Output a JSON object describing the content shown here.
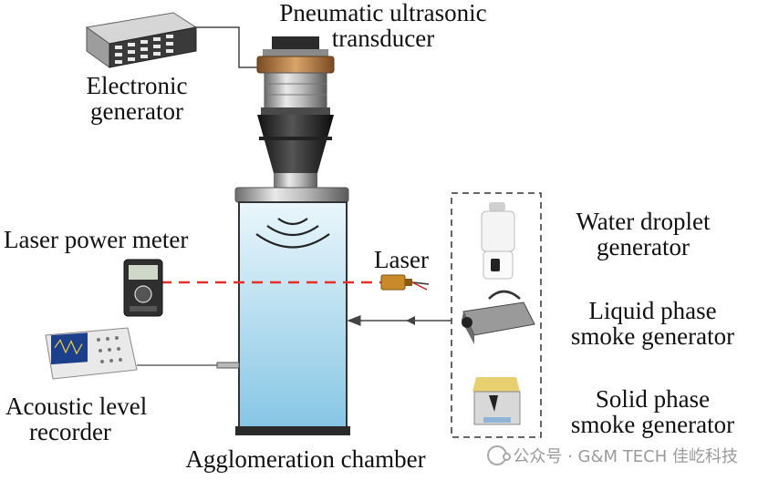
{
  "labels": {
    "transducer": [
      "Pneumatic ultrasonic",
      "transducer"
    ],
    "generator": [
      "Electronic",
      "generator"
    ],
    "power_meter": "Laser power meter",
    "laser": "Laser",
    "water": [
      "Water droplet",
      "generator"
    ],
    "liquid": [
      "Liquid phase",
      "smoke generator"
    ],
    "solid": [
      "Solid phase",
      "smoke generator"
    ],
    "recorder": [
      "Acoustic level",
      "recorder"
    ],
    "chamber": "Agglomeration chamber"
  },
  "watermark": "公众号 · G&M TECH 佳屹科技",
  "colors": {
    "laser": "#e8302a",
    "chamber_top": "#eaf6fb",
    "chamber_bottom": "#86c6e4",
    "line": "#444444"
  }
}
